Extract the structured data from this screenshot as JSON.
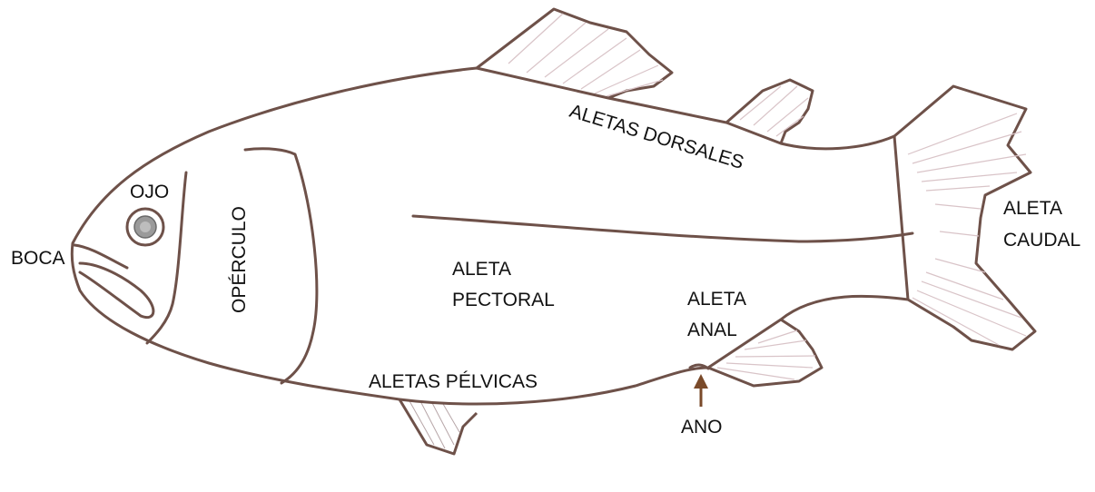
{
  "labels": {
    "boca": "BOCA",
    "ojo": "OJO",
    "operculo": "OPÉRCULO",
    "aletas_dorsales": "ALETAS DORSALES",
    "aleta_caudal_1": "ALETA",
    "aleta_caudal_2": "CAUDAL",
    "aleta_pectoral_1": "ALETA",
    "aleta_pectoral_2": "PECTORAL",
    "aleta_anal_1": "ALETA",
    "aleta_anal_2": "ANAL",
    "aletas_pelvicas": "ALETAS PÉLVICAS",
    "ano": "ANO"
  },
  "colors": {
    "outline": "#6e5149",
    "fin_rays": "#d9c4c8",
    "arrow": "#7a4a2a",
    "text": "#111111"
  }
}
